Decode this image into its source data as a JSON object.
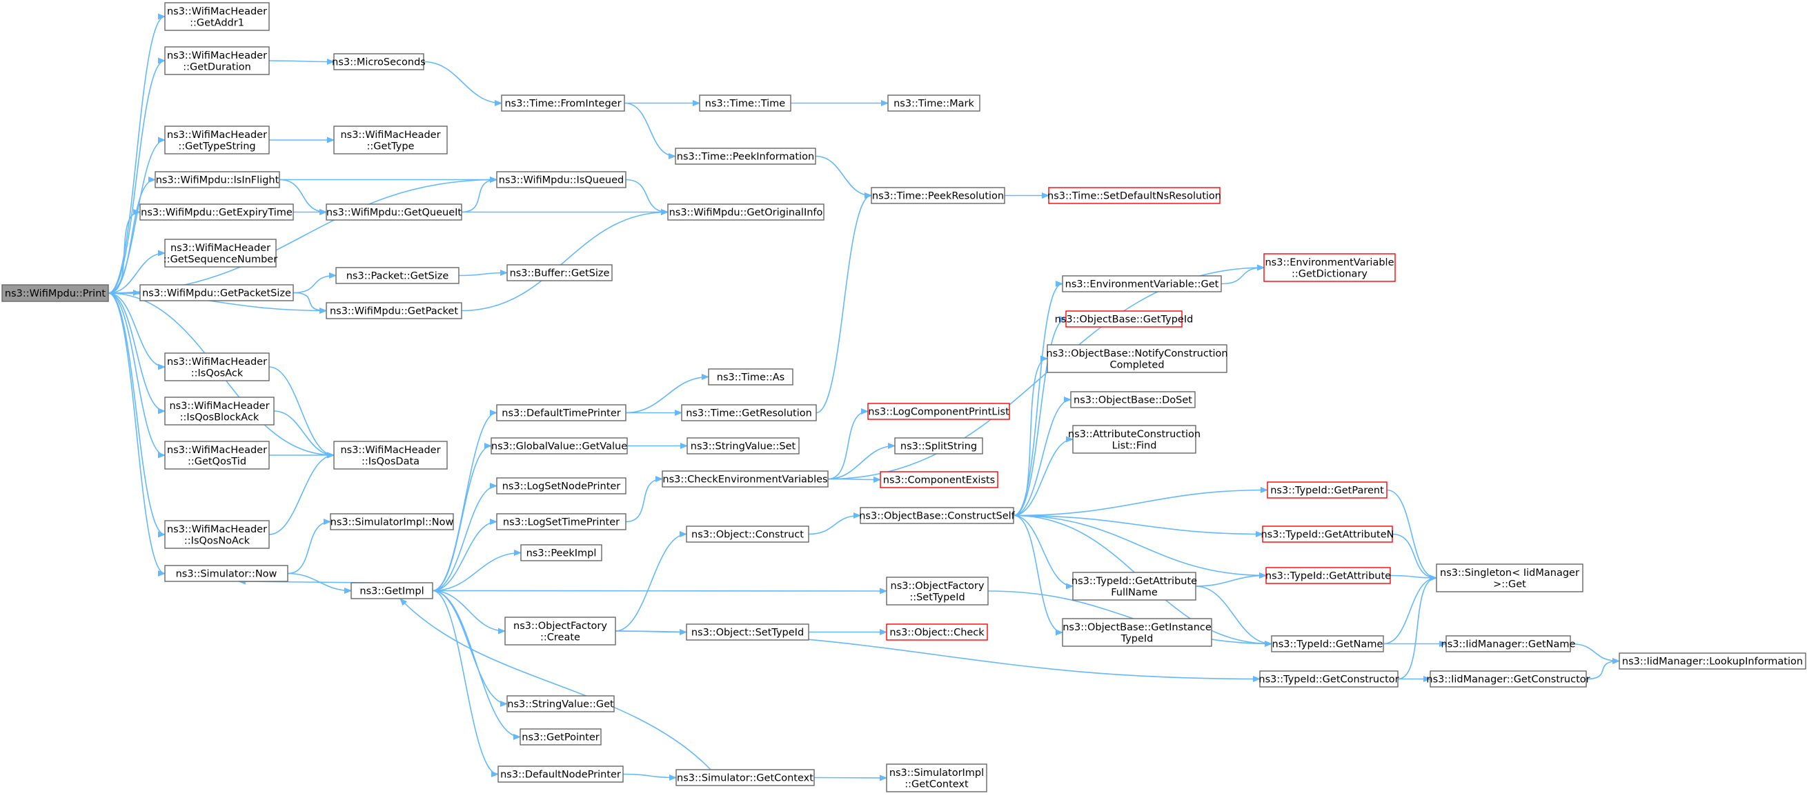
{
  "colors": {
    "edge": "#63b8ff",
    "node_border": "#666666",
    "node_fill": "#ffffff",
    "root_fill": "#999999",
    "truncated_border": "#ff0000"
  },
  "nodes": [
    {
      "id": "n0",
      "lines": [
        "ns3::WifiMpdu::Print"
      ],
      "style": "root"
    },
    {
      "id": "n1",
      "lines": [
        "ns3::WifiMacHeader",
        "::GetAddr1"
      ]
    },
    {
      "id": "n2",
      "lines": [
        "ns3::WifiMacHeader",
        "::GetDuration"
      ]
    },
    {
      "id": "n3",
      "lines": [
        "ns3::MicroSeconds"
      ]
    },
    {
      "id": "n4",
      "lines": [
        "ns3::Time::FromInteger"
      ]
    },
    {
      "id": "n5",
      "lines": [
        "ns3::Time::Time"
      ]
    },
    {
      "id": "n6",
      "lines": [
        "ns3::Time::Mark"
      ]
    },
    {
      "id": "n7",
      "lines": [
        "ns3::Time::PeekInformation"
      ]
    },
    {
      "id": "n8",
      "lines": [
        "ns3::Time::PeekResolution"
      ]
    },
    {
      "id": "n9",
      "lines": [
        "ns3::Time::SetDefaultNsResolution"
      ],
      "style": "truncated"
    },
    {
      "id": "n10",
      "lines": [
        "ns3::WifiMacHeader",
        "::GetTypeString"
      ]
    },
    {
      "id": "n11",
      "lines": [
        "ns3::WifiMacHeader",
        "::GetType"
      ]
    },
    {
      "id": "n12",
      "lines": [
        "ns3::WifiMpdu::IsInFlight"
      ]
    },
    {
      "id": "n13",
      "lines": [
        "ns3::WifiMpdu::IsQueued"
      ]
    },
    {
      "id": "n14",
      "lines": [
        "ns3::WifiMpdu::GetExpiryTime"
      ]
    },
    {
      "id": "n15",
      "lines": [
        "ns3::WifiMpdu::GetQueueIt"
      ]
    },
    {
      "id": "n16",
      "lines": [
        "ns3::WifiMpdu::GetOriginalInfo"
      ]
    },
    {
      "id": "n17",
      "lines": [
        "ns3::WifiMacHeader",
        "::GetSequenceNumber"
      ]
    },
    {
      "id": "n18",
      "lines": [
        "ns3::WifiMpdu::GetPacketSize"
      ]
    },
    {
      "id": "n19",
      "lines": [
        "ns3::Packet::GetSize"
      ]
    },
    {
      "id": "n20",
      "lines": [
        "ns3::Buffer::GetSize"
      ]
    },
    {
      "id": "n21",
      "lines": [
        "ns3::WifiMpdu::GetPacket"
      ]
    },
    {
      "id": "n22",
      "lines": [
        "ns3::WifiMacHeader",
        "::IsQosAck"
      ]
    },
    {
      "id": "n23",
      "lines": [
        "ns3::WifiMacHeader",
        "::IsQosBlockAck"
      ]
    },
    {
      "id": "n24",
      "lines": [
        "ns3::WifiMacHeader",
        "::GetQosTid"
      ]
    },
    {
      "id": "n25",
      "lines": [
        "ns3::WifiMacHeader",
        "::IsQosData"
      ]
    },
    {
      "id": "n26",
      "lines": [
        "ns3::WifiMacHeader",
        "::IsQosNoAck"
      ]
    },
    {
      "id": "n27",
      "lines": [
        "ns3::Simulator::Now"
      ]
    },
    {
      "id": "n28",
      "lines": [
        "ns3::SimulatorImpl::Now"
      ]
    },
    {
      "id": "n29",
      "lines": [
        "ns3::GetImpl"
      ]
    },
    {
      "id": "n30",
      "lines": [
        "ns3::DefaultTimePrinter"
      ]
    },
    {
      "id": "n31",
      "lines": [
        "ns3::Time::As"
      ]
    },
    {
      "id": "n32",
      "lines": [
        "ns3::Time::GetResolution"
      ]
    },
    {
      "id": "n33",
      "lines": [
        "ns3::GlobalValue::GetValue"
      ]
    },
    {
      "id": "n34",
      "lines": [
        "ns3::StringValue::Set"
      ]
    },
    {
      "id": "n35",
      "lines": [
        "ns3::LogSetNodePrinter"
      ]
    },
    {
      "id": "n36",
      "lines": [
        "ns3::LogSetTimePrinter"
      ]
    },
    {
      "id": "n37",
      "lines": [
        "ns3::CheckEnvironmentVariables"
      ]
    },
    {
      "id": "n38",
      "lines": [
        "ns3::PeekImpl"
      ]
    },
    {
      "id": "n39",
      "lines": [
        "ns3::ObjectFactory",
        "::Create"
      ]
    },
    {
      "id": "n40",
      "lines": [
        "ns3::Object::Construct"
      ]
    },
    {
      "id": "n41",
      "lines": [
        "ns3::Object::SetTypeId"
      ]
    },
    {
      "id": "n42",
      "lines": [
        "ns3::Object::Check"
      ],
      "style": "truncated"
    },
    {
      "id": "n43",
      "lines": [
        "ns3::StringValue::Get"
      ]
    },
    {
      "id": "n44",
      "lines": [
        "ns3::GetPointer"
      ]
    },
    {
      "id": "n45",
      "lines": [
        "ns3::DefaultNodePrinter"
      ]
    },
    {
      "id": "n46",
      "lines": [
        "ns3::Simulator::GetContext"
      ]
    },
    {
      "id": "n47",
      "lines": [
        "ns3::SimulatorImpl",
        "::GetContext"
      ]
    },
    {
      "id": "n48",
      "lines": [
        "ns3::LogComponentPrintList"
      ],
      "style": "truncated"
    },
    {
      "id": "n49",
      "lines": [
        "ns3::SplitString"
      ]
    },
    {
      "id": "n50",
      "lines": [
        "ns3::ComponentExists"
      ],
      "style": "truncated"
    },
    {
      "id": "n51",
      "lines": [
        "ns3::ObjectBase::ConstructSelf"
      ]
    },
    {
      "id": "n52",
      "lines": [
        "ns3::ObjectFactory",
        "::SetTypeId"
      ]
    },
    {
      "id": "n53",
      "lines": [
        "ns3::EnvironmentVariable",
        "::GetDictionary"
      ],
      "style": "truncated"
    },
    {
      "id": "n54",
      "lines": [
        "ns3::EnvironmentVariable::Get"
      ]
    },
    {
      "id": "n55",
      "lines": [
        "ns3::ObjectBase::GetTypeId"
      ],
      "style": "truncated"
    },
    {
      "id": "n56",
      "lines": [
        "ns3::ObjectBase::NotifyConstruction",
        "Completed"
      ]
    },
    {
      "id": "n57",
      "lines": [
        "ns3::ObjectBase::DoSet"
      ]
    },
    {
      "id": "n58",
      "lines": [
        "ns3::AttributeConstruction",
        "List::Find"
      ]
    },
    {
      "id": "n59",
      "lines": [
        "ns3::TypeId::GetParent"
      ],
      "style": "truncated"
    },
    {
      "id": "n60",
      "lines": [
        "ns3::TypeId::GetAttributeN"
      ],
      "style": "truncated"
    },
    {
      "id": "n61",
      "lines": [
        "ns3::TypeId::GetAttribute",
        "FullName"
      ]
    },
    {
      "id": "n62",
      "lines": [
        "ns3::TypeId::GetAttribute"
      ],
      "style": "truncated"
    },
    {
      "id": "n63",
      "lines": [
        "ns3::ObjectBase::GetInstance",
        "TypeId"
      ]
    },
    {
      "id": "n64",
      "lines": [
        "ns3::TypeId::GetName"
      ]
    },
    {
      "id": "n65",
      "lines": [
        "ns3::TypeId::GetConstructor"
      ]
    },
    {
      "id": "n66",
      "lines": [
        "ns3::Singleton< IidManager",
        ">::Get"
      ]
    },
    {
      "id": "n67",
      "lines": [
        "ns3::IidManager::GetName"
      ]
    },
    {
      "id": "n68",
      "lines": [
        "ns3::IidManager::GetConstructor"
      ]
    },
    {
      "id": "n69",
      "lines": [
        "ns3::IidManager::LookupInformation"
      ]
    }
  ],
  "edges": [
    [
      "n0",
      "n1"
    ],
    [
      "n0",
      "n2"
    ],
    [
      "n0",
      "n10"
    ],
    [
      "n0",
      "n12"
    ],
    [
      "n0",
      "n14"
    ],
    [
      "n0",
      "n17"
    ],
    [
      "n0",
      "n18"
    ],
    [
      "n0",
      "n21"
    ],
    [
      "n0",
      "n22"
    ],
    [
      "n0",
      "n23"
    ],
    [
      "n0",
      "n24"
    ],
    [
      "n0",
      "n25"
    ],
    [
      "n0",
      "n26"
    ],
    [
      "n0",
      "n27"
    ],
    [
      "n0",
      "n13"
    ],
    [
      "n2",
      "n3"
    ],
    [
      "n3",
      "n4"
    ],
    [
      "n4",
      "n5"
    ],
    [
      "n5",
      "n6"
    ],
    [
      "n4",
      "n7"
    ],
    [
      "n7",
      "n8"
    ],
    [
      "n8",
      "n9"
    ],
    [
      "n10",
      "n11"
    ],
    [
      "n12",
      "n13"
    ],
    [
      "n12",
      "n15"
    ],
    [
      "n14",
      "n15"
    ],
    [
      "n15",
      "n13"
    ],
    [
      "n15",
      "n16"
    ],
    [
      "n13",
      "n16"
    ],
    [
      "n18",
      "n19"
    ],
    [
      "n18",
      "n21"
    ],
    [
      "n19",
      "n20"
    ],
    [
      "n21",
      "n16"
    ],
    [
      "n22",
      "n25"
    ],
    [
      "n23",
      "n25"
    ],
    [
      "n24",
      "n25"
    ],
    [
      "n26",
      "n25"
    ],
    [
      "n27",
      "n28"
    ],
    [
      "n27",
      "n29"
    ],
    [
      "n29",
      "n27"
    ],
    [
      "n29",
      "n30"
    ],
    [
      "n29",
      "n33"
    ],
    [
      "n29",
      "n35"
    ],
    [
      "n29",
      "n36"
    ],
    [
      "n29",
      "n38"
    ],
    [
      "n29",
      "n39"
    ],
    [
      "n29",
      "n52"
    ],
    [
      "n29",
      "n43"
    ],
    [
      "n29",
      "n44"
    ],
    [
      "n29",
      "n45"
    ],
    [
      "n30",
      "n31"
    ],
    [
      "n30",
      "n32"
    ],
    [
      "n32",
      "n8"
    ],
    [
      "n33",
      "n34"
    ],
    [
      "n36",
      "n37"
    ],
    [
      "n37",
      "n48"
    ],
    [
      "n37",
      "n49"
    ],
    [
      "n37",
      "n50"
    ],
    [
      "n37",
      "n53"
    ],
    [
      "n39",
      "n40"
    ],
    [
      "n39",
      "n41"
    ],
    [
      "n39",
      "n65"
    ],
    [
      "n41",
      "n42"
    ],
    [
      "n40",
      "n51"
    ],
    [
      "n45",
      "n46"
    ],
    [
      "n46",
      "n47"
    ],
    [
      "n46",
      "n29"
    ],
    [
      "n52",
      "n64"
    ],
    [
      "n51",
      "n54"
    ],
    [
      "n51",
      "n55"
    ],
    [
      "n51",
      "n56"
    ],
    [
      "n51",
      "n57"
    ],
    [
      "n51",
      "n58"
    ],
    [
      "n51",
      "n59"
    ],
    [
      "n51",
      "n60"
    ],
    [
      "n51",
      "n61"
    ],
    [
      "n51",
      "n62"
    ],
    [
      "n51",
      "n63"
    ],
    [
      "n51",
      "n64"
    ],
    [
      "n54",
      "n53"
    ],
    [
      "n59",
      "n66"
    ],
    [
      "n60",
      "n66"
    ],
    [
      "n62",
      "n66"
    ],
    [
      "n61",
      "n62"
    ],
    [
      "n61",
      "n64"
    ],
    [
      "n64",
      "n66"
    ],
    [
      "n64",
      "n67"
    ],
    [
      "n65",
      "n66"
    ],
    [
      "n65",
      "n68"
    ],
    [
      "n67",
      "n69"
    ],
    [
      "n68",
      "n69"
    ]
  ]
}
